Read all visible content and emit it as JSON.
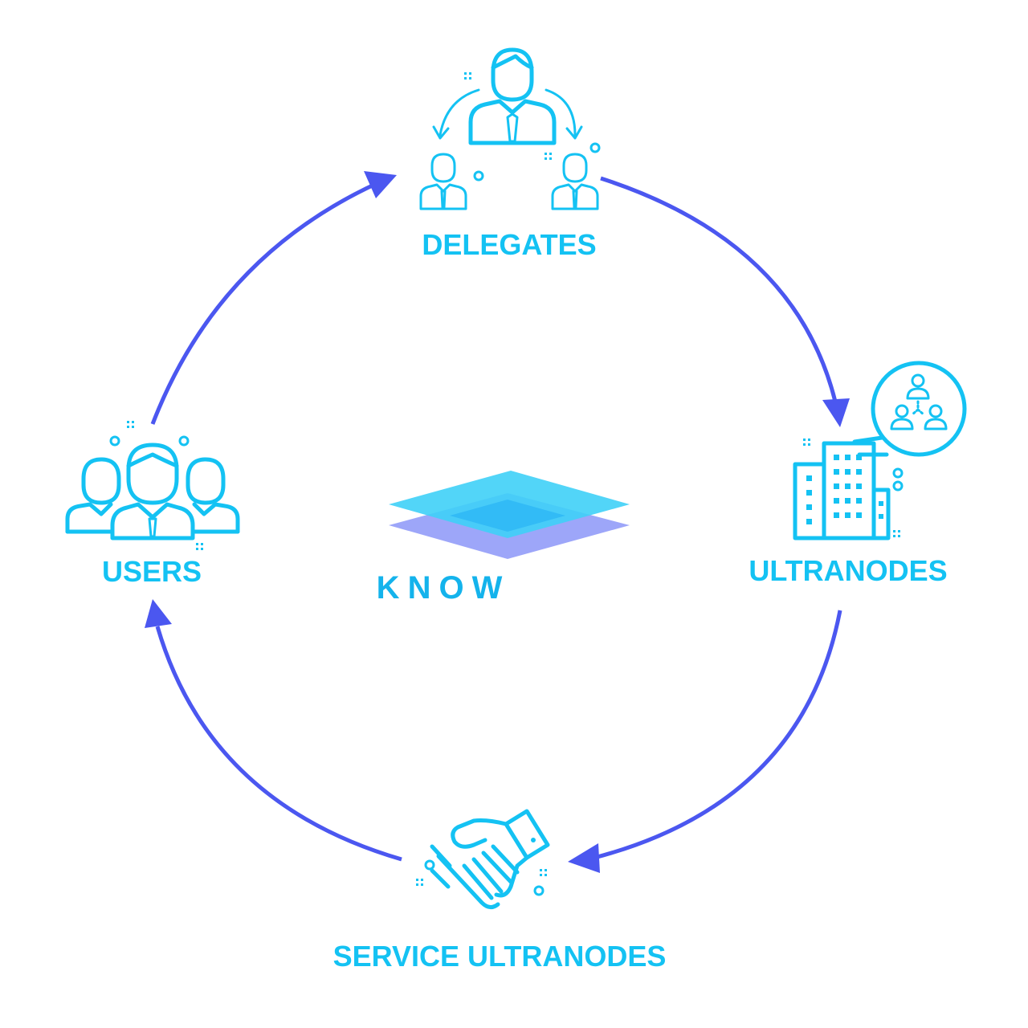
{
  "diagram": {
    "center_logo": {
      "name": "KNOW",
      "colors": {
        "top_layer": "#3fd0f7",
        "mid_layer": "#2ab4f5",
        "bottom_layer": "#8c96f8"
      }
    },
    "nodes": [
      {
        "id": "delegates",
        "label": "DELEGATES",
        "icon": "delegates-hierarchy-icon"
      },
      {
        "id": "ultranodes",
        "label": "ULTRANODES",
        "icon": "building-network-icon"
      },
      {
        "id": "service_ultranodes",
        "label": "SERVICE ULTRANODES",
        "icon": "handshake-icon"
      },
      {
        "id": "users",
        "label": "USERS",
        "icon": "user-group-icon"
      }
    ],
    "cycle": [
      "users",
      "delegates",
      "ultranodes",
      "service_ultranodes",
      "users"
    ],
    "colors": {
      "icons": "#14c2f3",
      "arrows": "#4b57f0",
      "labels": "#14c2f3"
    }
  }
}
